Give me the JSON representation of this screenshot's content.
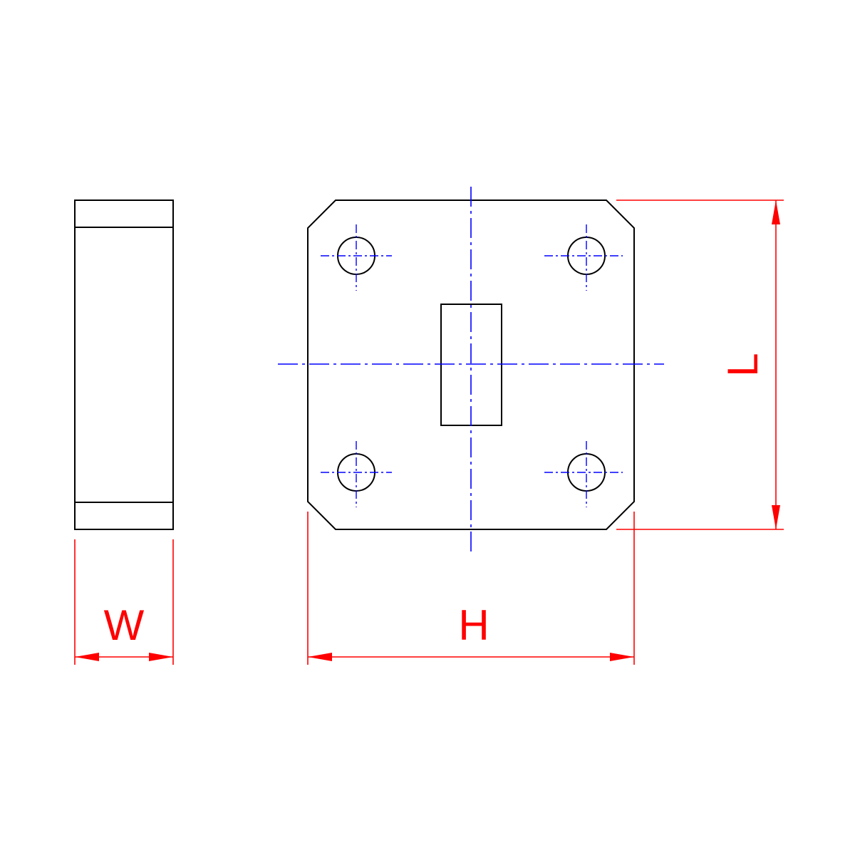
{
  "colors": {
    "outline": "#000000",
    "centerline": "#0000ff",
    "dimension": "#ff0000",
    "background": "#ffffff"
  },
  "dimensions": {
    "width_label": "W",
    "height_label": "H",
    "length_label": "L"
  }
}
